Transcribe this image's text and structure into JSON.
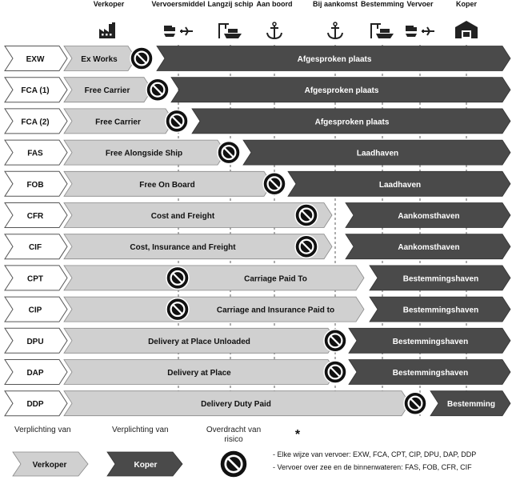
{
  "columns": [
    {
      "label": "Verkoper",
      "icon": "factory-icon"
    },
    {
      "label": "Vervoersmiddel",
      "icon": "transport-icon"
    },
    {
      "label": "Langzij schip",
      "icon": "crane-ship-icon"
    },
    {
      "label": "Aan boord",
      "icon": "anchor-icon"
    },
    {
      "label": "Bij aankomst",
      "icon": "anchor-icon"
    },
    {
      "label": "Bestemming",
      "icon": "crane-ship-icon"
    },
    {
      "label": "Vervoer",
      "icon": "transport-icon"
    },
    {
      "label": "Koper",
      "icon": "warehouse-icon"
    }
  ],
  "rows": [
    {
      "code": "EXW",
      "seller": "Ex Works",
      "buyer": "Afgesproken plaats"
    },
    {
      "code": "FCA (1)",
      "seller": "Free Carrier",
      "buyer": "Afgesproken plaats"
    },
    {
      "code": "FCA (2)",
      "seller": "Free Carrier",
      "buyer": "Afgesproken plaats"
    },
    {
      "code": "FAS",
      "seller": "Free Alongside Ship",
      "buyer": "Laadhaven"
    },
    {
      "code": "FOB",
      "seller": "Free On Board",
      "buyer": "Laadhaven"
    },
    {
      "code": "CFR",
      "seller": "Cost and Freight",
      "buyer": "Aankomsthaven"
    },
    {
      "code": "CIF",
      "seller": "Cost, Insurance and Freight",
      "buyer": "Aankomsthaven"
    },
    {
      "code": "CPT",
      "seller": "Carriage Paid To",
      "buyer": "Bestemmingshaven"
    },
    {
      "code": "CIP",
      "seller": "Carriage and Insurance Paid to",
      "buyer": "Bestemmingshaven"
    },
    {
      "code": "DPU",
      "seller": "Delivery at Place Unloaded",
      "buyer": "Bestemmingshaven"
    },
    {
      "code": "DAP",
      "seller": "Delivery at Place",
      "buyer": "Bestemmingshaven"
    },
    {
      "code": "DDP",
      "seller": "Delivery Duty Paid",
      "buyer": "Bestemming"
    }
  ],
  "legend": {
    "seller_caption": "Verplichting van",
    "buyer_caption": "Verplichting van",
    "risk_caption_line1": "Overdracht van",
    "risk_caption_line2": "risico",
    "asterisk": "*",
    "seller_label": "Verkoper",
    "buyer_label": "Koper",
    "note1": "- Elke wijze van vervoer: EXW, FCA, CPT, CIP, DPU, DAP, DDP",
    "note2": "- Vervoer over zee en de binnenwateren: FAS, FOB, CFR, CIF"
  },
  "colors": {
    "seller": "#d0d0d0",
    "buyer": "#4a4a4a",
    "border": "#555555"
  }
}
